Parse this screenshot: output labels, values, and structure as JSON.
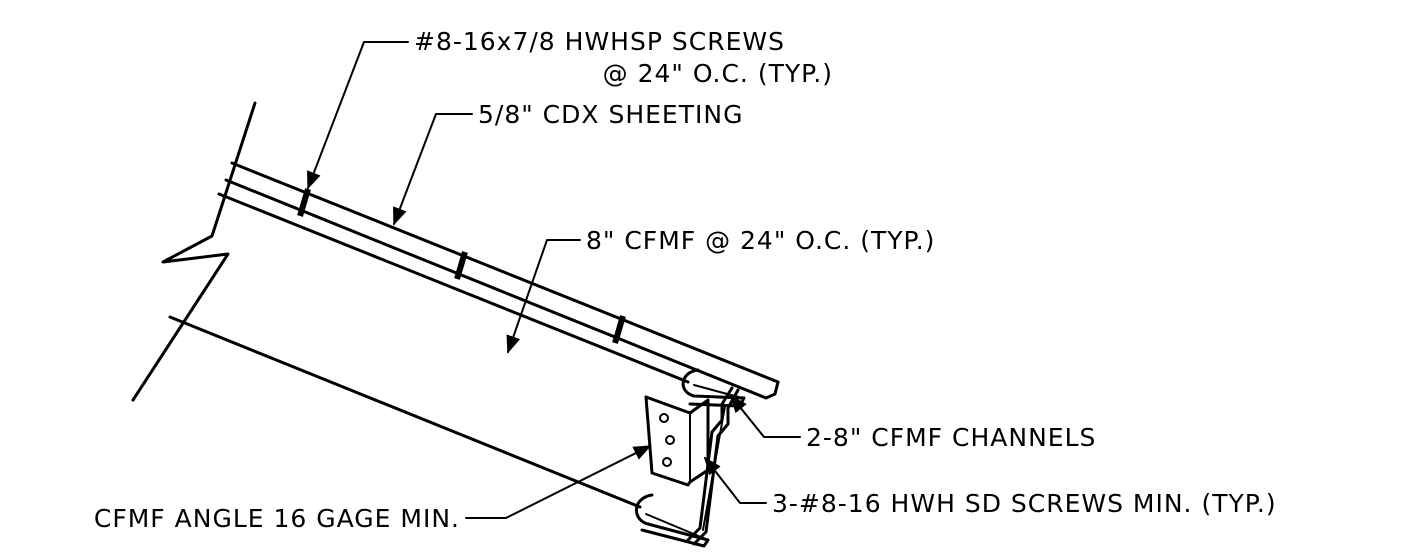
{
  "labels": {
    "screws_top_line1": "#8-16x7/8 HWHSP SCREWS",
    "screws_top_line2": "@ 24\" O.C. (TYP.)",
    "sheeting": "5/8\" CDX SHEETING",
    "cfmf_spacing": "8\" CFMF @ 24\" O.C. (TYP.)",
    "channels": "2-8\" CFMF CHANNELS",
    "sd_screws": "3-#8-16 HWH SD SCREWS MIN. (TYP.)",
    "angle": "CFMF ANGLE 16 GAGE MIN."
  },
  "colors": {
    "line": "#000000",
    "background": "#ffffff"
  }
}
